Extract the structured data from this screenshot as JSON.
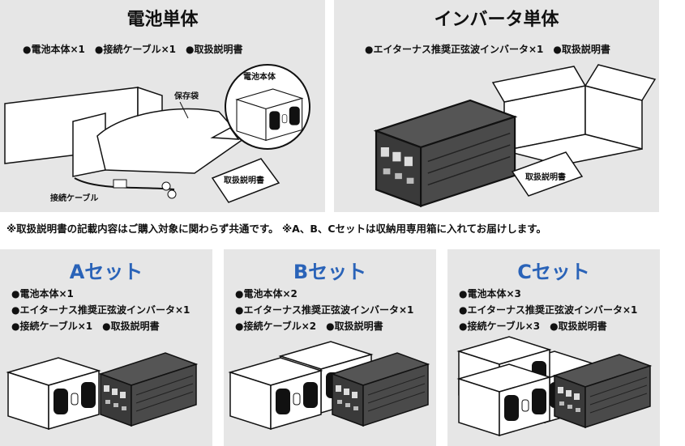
{
  "battery_panel": {
    "title": "電池単体",
    "contents": "●電池本体×1　●接続ケーブル×1　●取扱説明書",
    "labels": {
      "bag": "保存袋",
      "battery": "電池本体",
      "cable": "接続ケーブル",
      "manual": "取扱説明書"
    }
  },
  "inverter_panel": {
    "title": "インバータ単体",
    "contents": "●エイターナス推奨正弦波インバータ×1　●取扱説明書",
    "labels": {
      "manual": "取扱説明書"
    }
  },
  "note": "※取扱説明書の記載内容はご購入対象に関わらず共通です。 ※A、B、Cセットは収納用専用箱に入れてお届けします。",
  "sets": [
    {
      "title": "Aセット",
      "items": [
        "●電池本体×1",
        "●エイターナス推奨正弦波インバータ×1",
        "●接続ケーブル×1　●取扱説明書"
      ]
    },
    {
      "title": "Bセット",
      "items": [
        "●電池本体×2",
        "●エイターナス推奨正弦波インバータ×1",
        "●接続ケーブル×2　●取扱説明書"
      ]
    },
    {
      "title": "Cセット",
      "items": [
        "●電池本体×3",
        "●エイターナス推奨正弦波インバータ×1",
        "●接続ケーブル×3　●取扱説明書"
      ]
    }
  ],
  "colors": {
    "panel_bg": "#e6e6e6",
    "set_title": "#2a63b8"
  }
}
